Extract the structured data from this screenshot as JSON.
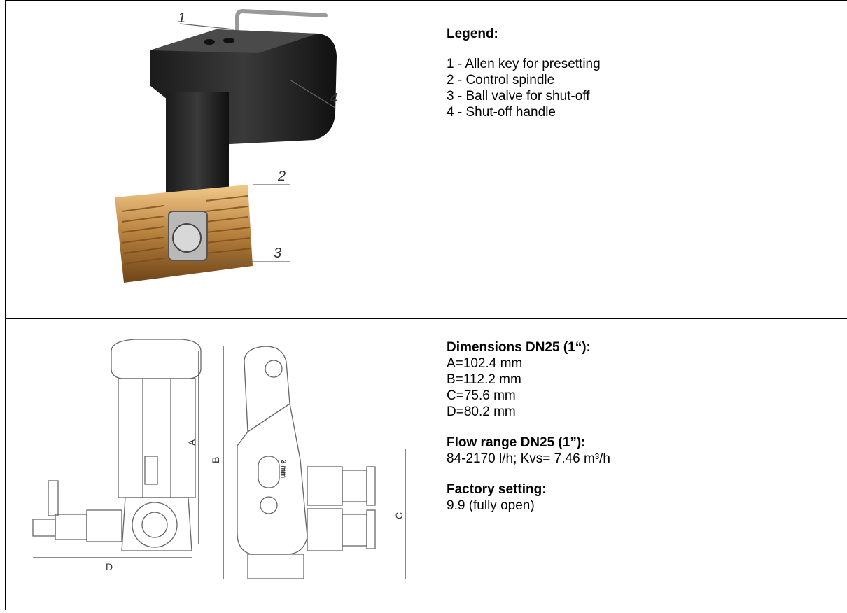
{
  "legend": {
    "title": "Legend:",
    "items": [
      "1 - Allen key for presetting",
      "2 - Control spindle",
      "3 - Ball valve for shut-off",
      "4 - Shut-off handle"
    ]
  },
  "photo_callouts": [
    "1",
    "2",
    "3",
    "4"
  ],
  "drawing_labels": {
    "a": "A",
    "b": "B",
    "c": "C",
    "d": "D",
    "hex_size": "3 mm"
  },
  "dimensions": {
    "title": "Dimensions DN25 (1“):",
    "lines": [
      "A=102.4 mm",
      "B=112.2 mm",
      "C=75.6 mm",
      "D=80.2 mm"
    ]
  },
  "flow": {
    "title": "Flow range DN25 (1”):",
    "value": "84-2170 l/h; Kvs= 7.46 m³/h"
  },
  "factory": {
    "title": "Factory setting:",
    "value": "9.9 (fully open)"
  }
}
